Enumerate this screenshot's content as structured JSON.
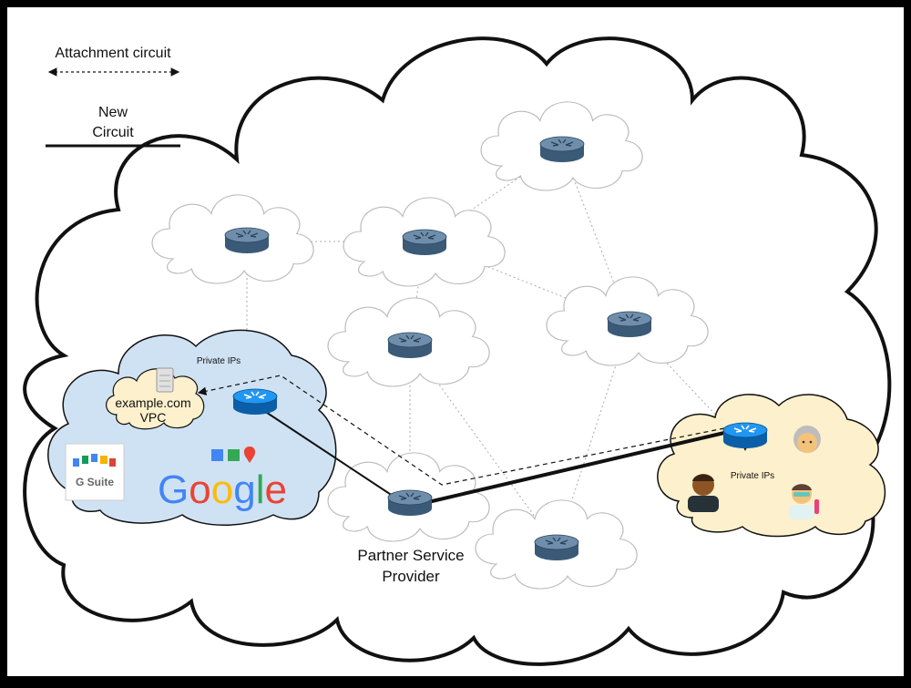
{
  "legend": {
    "attachment_label": "Attachment circuit",
    "new_circuit_line1": "New",
    "new_circuit_line2": "Circuit"
  },
  "google_cloud": {
    "private_ips_label": "Private IPs",
    "vpc_line1": "example.com",
    "vpc_line2": "VPC",
    "gsuite_label": "G Suite",
    "google_wordmark": [
      "G",
      "o",
      "o",
      "g",
      "l",
      "e"
    ],
    "google_colors": [
      "#4285F4",
      "#EA4335",
      "#FBBC05",
      "#4285F4",
      "#34A853",
      "#EA4335"
    ]
  },
  "customer": {
    "private_ips_label": "Private IPs"
  },
  "partner": {
    "line1": "Partner Service",
    "line2": "Provider"
  },
  "colors": {
    "background": "#000000",
    "canvas": "#ffffff",
    "google_cloud_fill": "#cfe2f3",
    "customer_cloud_fill": "#fdf0cc",
    "router_top": "#6a8aa8",
    "router_side": "#3b5a78",
    "router_blue_top": "#1e8ee6",
    "router_blue_side": "#0a5fa8"
  },
  "icons": [
    "router-icon",
    "server-icon",
    "person-icon",
    "gsuite-logo",
    "google-logo"
  ]
}
